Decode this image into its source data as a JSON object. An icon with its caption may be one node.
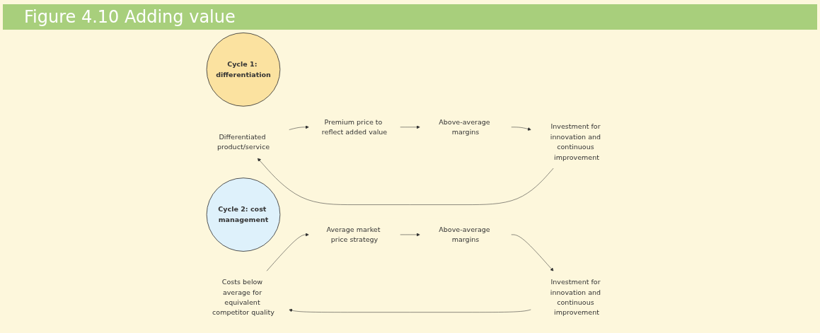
{
  "diagram": {
    "title": "Figure 4.10 Adding value",
    "nodes": [
      {
        "text": [
          "Cycle 1: differentiation"
        ]
      },
      {
        "text": [
          "Differentiated product/service"
        ]
      },
      {
        "text": [
          "Premium price to reflect added value"
        ]
      },
      {
        "text": [
          "Above-average margins"
        ]
      },
      {
        "text": [
          "Investment for innovation and continuous improvement"
        ]
      },
      {
        "text": [
          "Cycle 2: cost management"
        ]
      },
      {
        "text": [
          "Costs below average for equivalent competitor quality"
        ]
      },
      {
        "text": [
          "Average market price strategy"
        ]
      },
      {
        "text": [
          "Above-average margins"
        ]
      },
      {
        "text": [
          "Investment for innovation and continuous improvement"
        ]
      }
    ],
    "edges": [
      {
        "from": 1,
        "to": 2,
        "arrow": "to"
      },
      {
        "from": 2,
        "to": 3,
        "arrow": "to"
      },
      {
        "from": 3,
        "to": 4,
        "arrow": "to"
      },
      {
        "from": 4,
        "to": 1,
        "arrow": "to"
      },
      {
        "from": 6,
        "to": 7,
        "arrow": "to"
      },
      {
        "from": 7,
        "to": 8,
        "arrow": "to"
      },
      {
        "from": 8,
        "to": 9,
        "arrow": "to"
      },
      {
        "from": 9,
        "to": 6,
        "arrow": "to"
      }
    ]
  }
}
